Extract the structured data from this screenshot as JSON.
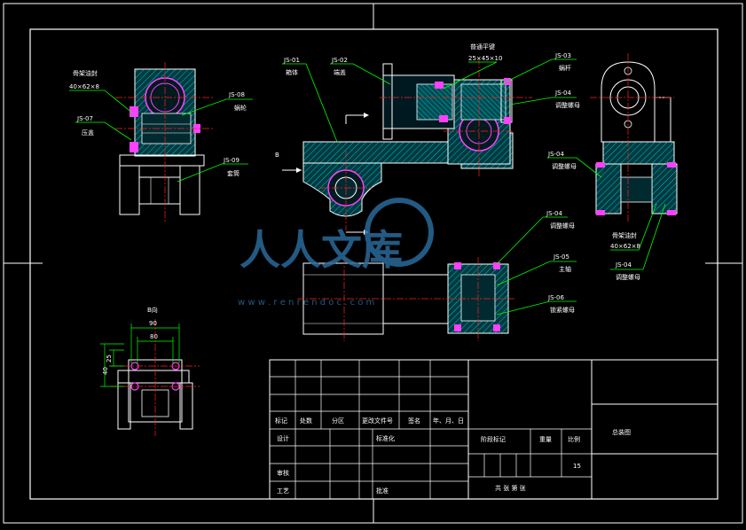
{
  "drawing": {
    "title": "总装图",
    "scale_value": "15",
    "section_label": "B向",
    "arrow_label": "B",
    "watermark": "人人文库",
    "watermark_url": "w w w . r e n r e n d o c . c o m"
  },
  "callouts": [
    {
      "code": "JS-01",
      "desc": "箱体"
    },
    {
      "code": "JS-02",
      "desc": "端盖"
    },
    {
      "code": "JS-03",
      "desc": "蜗杆"
    },
    {
      "code": "JS-04",
      "desc": "调整螺母"
    },
    {
      "code": "JS-05",
      "desc": "主轴"
    },
    {
      "code": "JS-06",
      "desc": "锁紧螺母"
    },
    {
      "code": "JS-07",
      "desc": "压盖"
    },
    {
      "code": "JS-08",
      "desc": "蜗轮"
    },
    {
      "code": "JS-09",
      "desc": "套筒"
    }
  ],
  "part_notes": {
    "key_spec": "25×45×10",
    "key_label": "普通平键",
    "bearing_spec": "40×62×8",
    "bearing_label": "骨架油封"
  },
  "dimensions": {
    "width_outer": "90",
    "width_inner": "80",
    "height_a": "40",
    "height_b": "25"
  },
  "title_block": {
    "row_labels": [
      "标记",
      "处数",
      "分区",
      "更改文件号",
      "签名",
      "年、月、日"
    ],
    "designer": "设计",
    "standardize": "标准化",
    "review": "审核",
    "process": "工艺",
    "approve": "批准",
    "stage_mark": "阶段标记",
    "weight": "重量",
    "scale": "比例",
    "sheet": "共  张  第  张"
  },
  "colors": {
    "background": "#000000",
    "frame": "#ffffff",
    "part_fill": "#00c8d0",
    "hatch": "#00b0b8",
    "center_line": "#ff2020",
    "leader": "#00ff00",
    "bolt": "#ff40ff",
    "watermark": "#2a6a9a"
  }
}
